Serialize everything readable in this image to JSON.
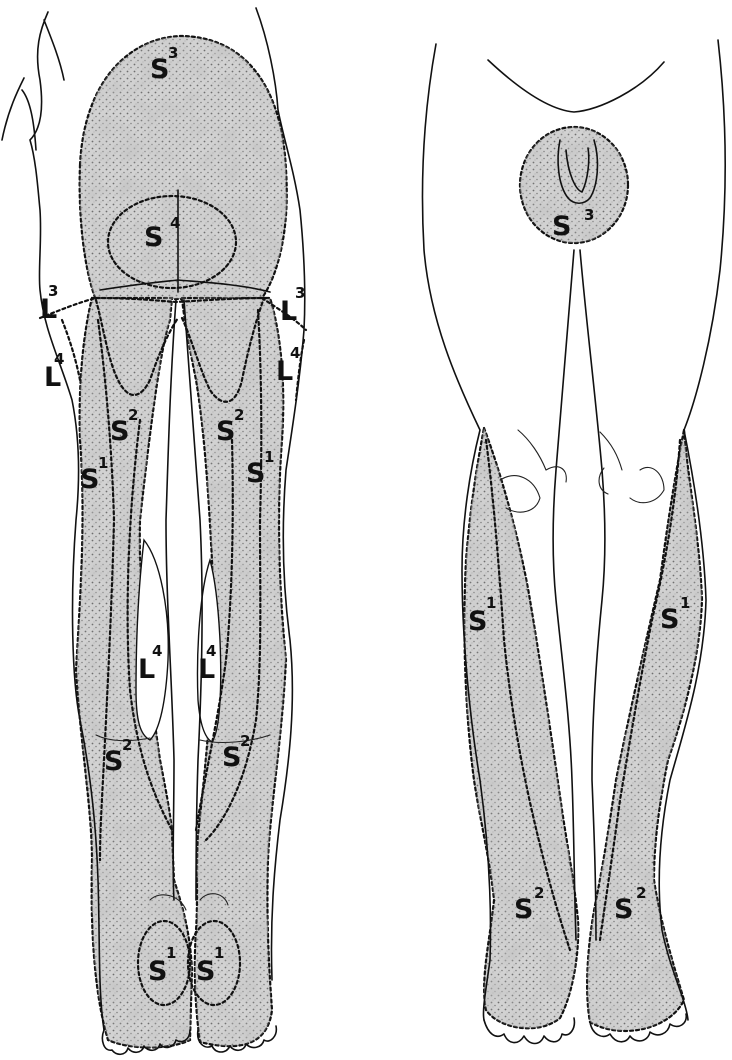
{
  "figure": {
    "posterior_view": {
      "labels": {
        "s3_buttock": {
          "base": "S",
          "sup": "3"
        },
        "s4_perianal": {
          "base": "S",
          "sup": "4"
        },
        "l3_left": {
          "base": "L",
          "sup": "3"
        },
        "l4_left_hip": {
          "base": "L",
          "sup": "4"
        },
        "l3_right": {
          "base": "L",
          "sup": "3"
        },
        "l4_right_hip": {
          "base": "L",
          "sup": "4"
        },
        "s2_left_thigh": {
          "base": "S",
          "sup": "2"
        },
        "s2_right_thigh": {
          "base": "S",
          "sup": "2"
        },
        "s1_left_thigh": {
          "base": "S",
          "sup": "1"
        },
        "s1_right_thigh": {
          "base": "S",
          "sup": "1"
        },
        "l4_left_calf": {
          "base": "L",
          "sup": "4"
        },
        "l4_right_calf": {
          "base": "L",
          "sup": "4"
        },
        "s2_left_calf": {
          "base": "S",
          "sup": "2"
        },
        "s2_right_calf": {
          "base": "S",
          "sup": "2"
        },
        "s1_left_sole": {
          "base": "S",
          "sup": "1"
        },
        "s1_right_sole": {
          "base": "S",
          "sup": "1"
        }
      }
    },
    "anterior_view": {
      "labels": {
        "s3_genital": {
          "base": "S",
          "sup": "3"
        },
        "s1_left_leg": {
          "base": "S",
          "sup": "1"
        },
        "s1_right_leg": {
          "base": "S",
          "sup": "1"
        },
        "s2_left_foot": {
          "base": "S",
          "sup": "2"
        },
        "s2_right_foot": {
          "base": "S",
          "sup": "2"
        }
      }
    },
    "colors": {
      "line": "#111111",
      "shade_base": "#cfcfcf",
      "shade_blotch": "#9c9c9c",
      "background": "#ffffff"
    }
  }
}
